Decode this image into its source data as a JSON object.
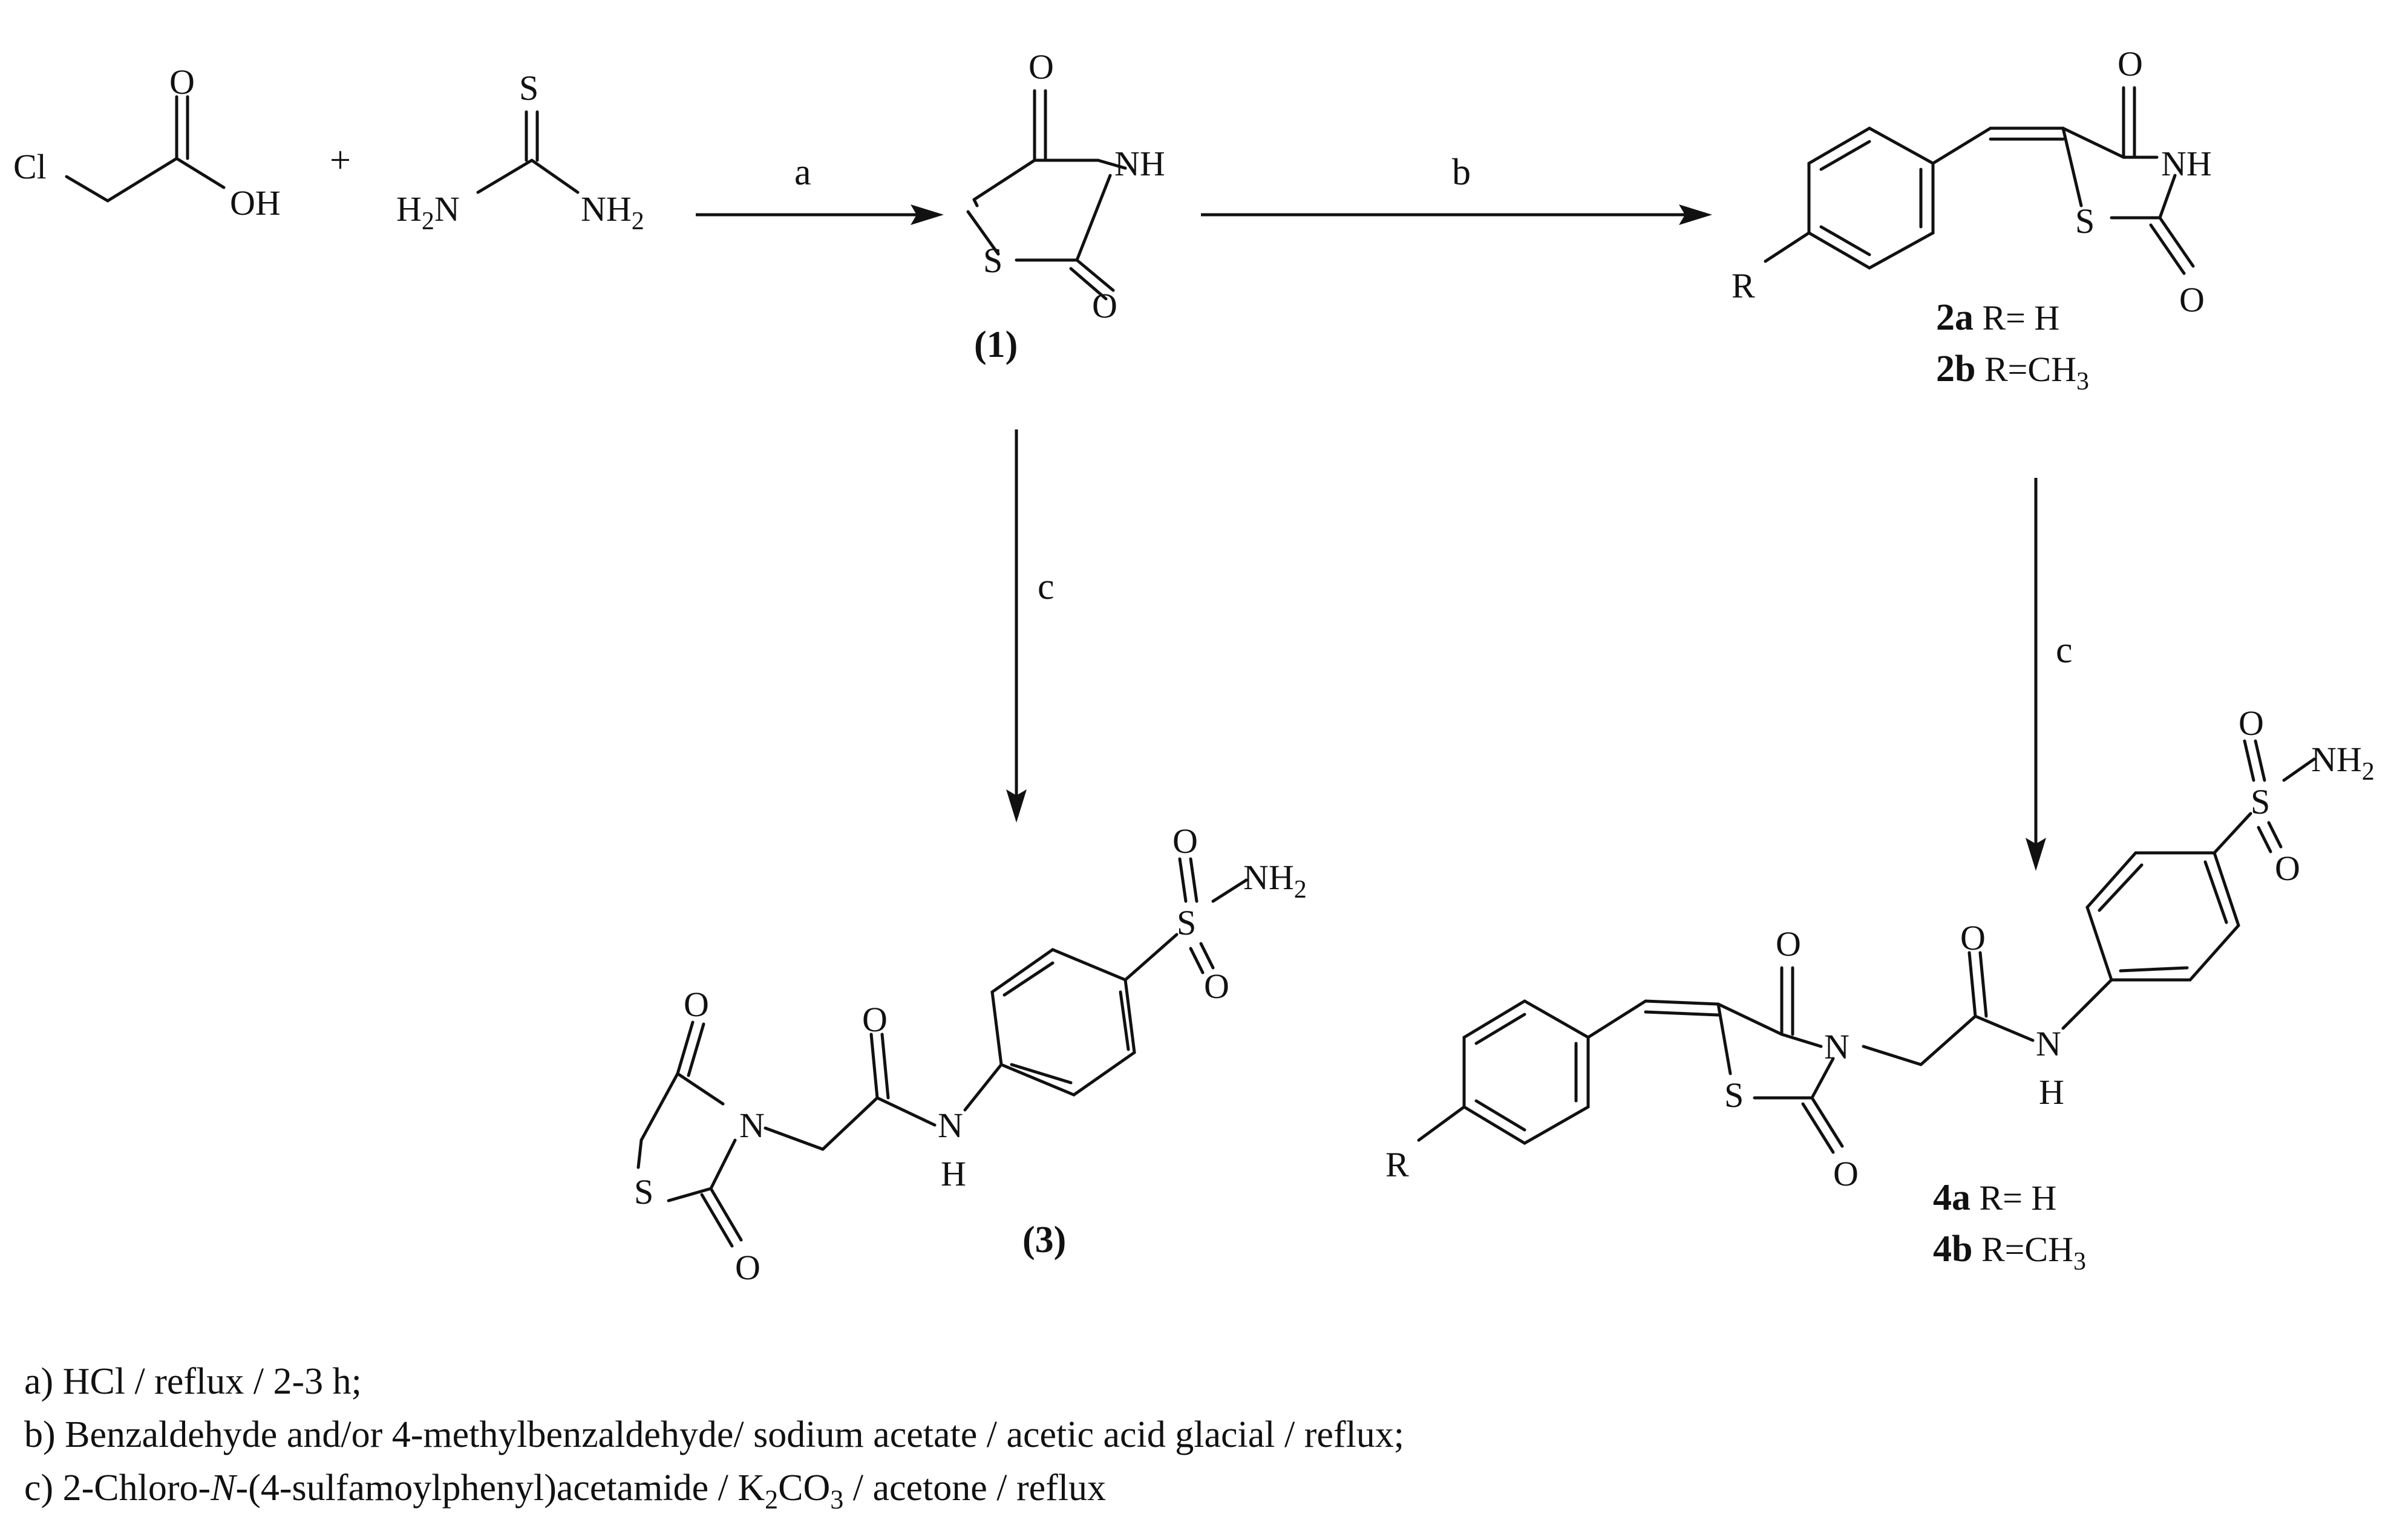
{
  "atoms": {
    "Cl": "Cl",
    "O": "O",
    "OH": "OH",
    "S": "S",
    "NH": "NH",
    "N": "N",
    "H": "H",
    "R": "R",
    "H2N_main": "H",
    "H2N_sub": "2",
    "H2N_tail": "N",
    "NH2_main": "NH",
    "NH2_sub": "2"
  },
  "plus": "+",
  "arrows": {
    "a": "a",
    "b": "b",
    "c1": "c",
    "c2": "c"
  },
  "compounds": {
    "c1": "(1)",
    "c3": "(3)",
    "c2a_id": "2a",
    "c2a_r": " R= H",
    "c2b_id": "2b",
    "c2b_r": " R=CH",
    "c2b_sub": "3",
    "c4a_id": "4a",
    "c4a_r": " R= H",
    "c4b_id": "4b",
    "c4b_r": " R=CH",
    "c4b_sub": "3"
  },
  "conditions": {
    "a": "a) HCl / reflux / 2-3 h;",
    "b": "b) Benzaldehyde and/or 4-methylbenzaldehyde/ sodium acetate / acetic acid glacial / reflux;",
    "c_pre": "c) 2-Chloro-",
    "c_ital": "N",
    "c_mid": "-(4-sulfamoylphenyl)acetamide / K",
    "c_sub1": "2",
    "c_mid2": "CO",
    "c_sub2": "3",
    "c_post": " / acetone / reflux"
  }
}
